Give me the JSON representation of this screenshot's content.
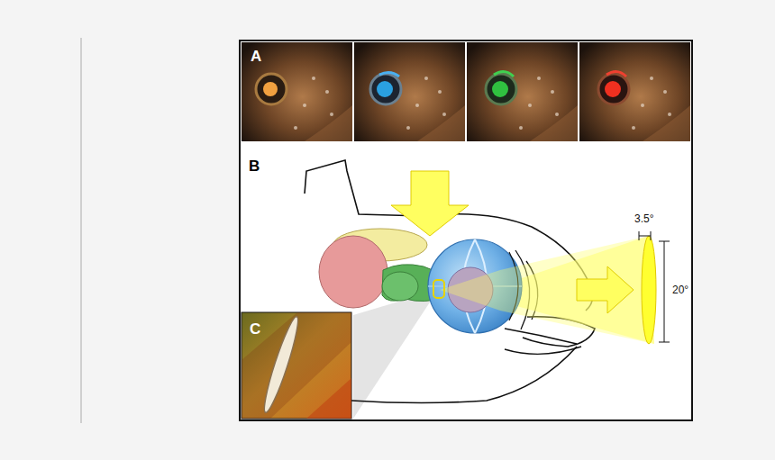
{
  "diagram": {
    "labels": [
      "A",
      "B",
      "C",
      "3.5°",
      "20°"
    ]
  }
}
